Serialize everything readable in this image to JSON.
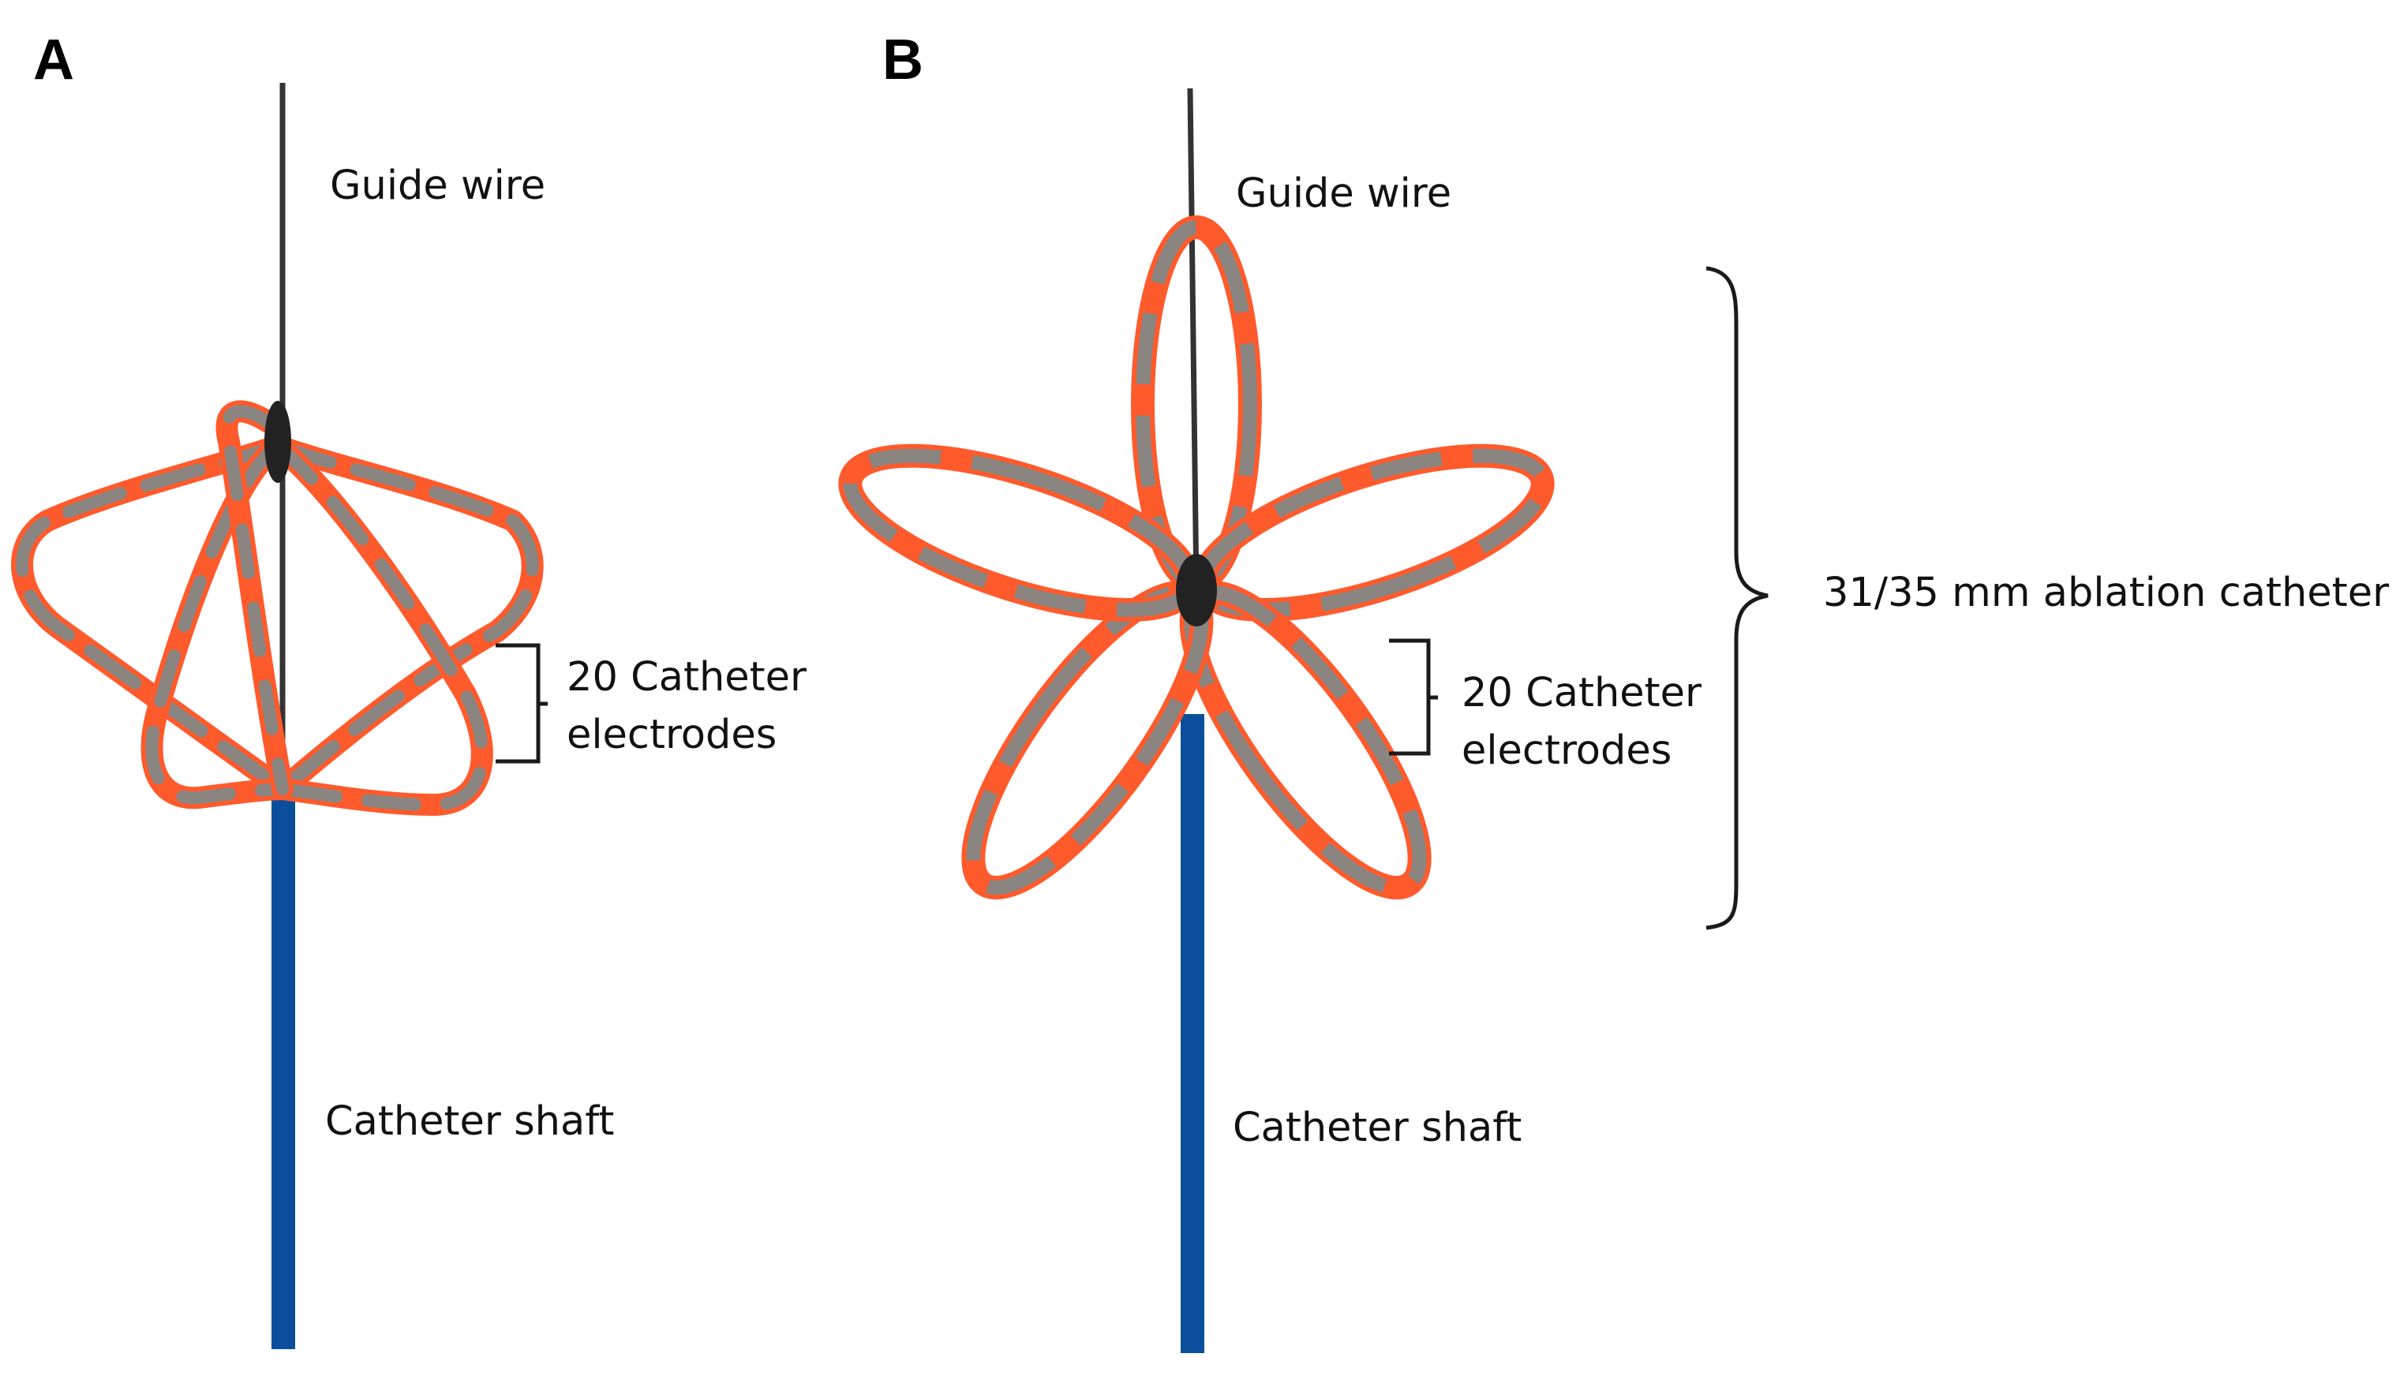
{
  "panels": [
    {
      "id": "A",
      "letter": "A",
      "guide_wire_label": "Guide wire",
      "electrodes_label_line1": "20 Catheter",
      "electrodes_label_line2": "electrodes",
      "shaft_label": "Catheter shaft"
    },
    {
      "id": "B",
      "letter": "B",
      "guide_wire_label": "Guide wire",
      "electrodes_label_line1": "20 Catheter",
      "electrodes_label_line2": "electrodes",
      "shaft_label": "Catheter shaft",
      "size_label": "31/35 mm ablation catheter"
    }
  ],
  "colors": {
    "electrode": "#ff5a2c",
    "spline": "#8a8580",
    "shaft": "#0b4f9c",
    "hub": "#222222",
    "wire": "#333333"
  }
}
